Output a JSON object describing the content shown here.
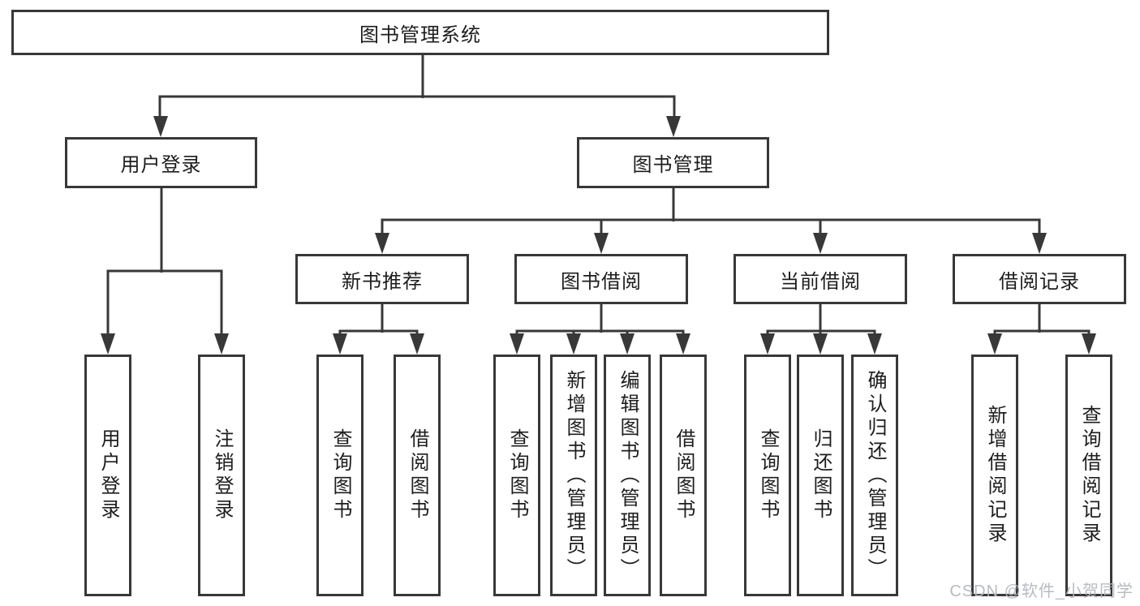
{
  "diagram": {
    "root": "图书管理系统",
    "user_login": "用户登录",
    "book_mgmt": "图书管理",
    "new_book_rec": "新书推荐",
    "book_borrow": "图书借阅",
    "current_borrow": "当前借阅",
    "borrow_records": "借阅记录",
    "ul_login": "用户登录",
    "ul_logout": "注销登录",
    "nb_query": "查询图书",
    "nb_borrow": "借阅图书",
    "bb_query": "查询图书",
    "bb_add": "新增图书（管理员）",
    "bb_edit": "编辑图书（管理员）",
    "bb_borrow": "借阅图书",
    "cb_query": "查询图书",
    "cb_return": "归还图书",
    "cb_confirm": "确认归还（管理员）",
    "br_add": "新增借阅记录",
    "br_query": "查询借阅记录"
  },
  "watermark": "CSDN @软件_小贺同学",
  "colors": {
    "line": "#383838",
    "text": "#1d1d1f",
    "box_background": "#ffffff",
    "watermark": "#b4b8be"
  }
}
